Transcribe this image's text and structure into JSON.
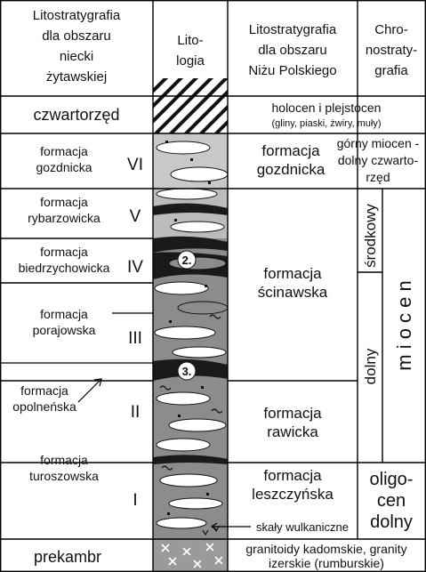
{
  "headers": {
    "col1": [
      "Litostratygrafia",
      "dla obszaru",
      "niecki",
      "żytawskiej"
    ],
    "col2": [
      "Lito-",
      "logia"
    ],
    "col3": [
      "Litostratygrafia",
      "dla obszaru",
      "Niżu Polskiego"
    ],
    "col4": [
      "Chro-",
      "nostraty-",
      "grafia"
    ]
  },
  "rows": {
    "czwartorzed": {
      "local": "czwartorzęd",
      "regional": "holocen i plejstocen",
      "regional_note": "(gliny, piaski, żwiry, muły)"
    },
    "gozdnicka": {
      "local": [
        "formacja",
        "gozdnicka"
      ],
      "numeral": "VI",
      "regional": [
        "formacja",
        "gozdnicka"
      ],
      "chrono": [
        "górny miocen -",
        "dolny czwarto-",
        "rzęd"
      ]
    },
    "rybarzowicka": {
      "local": [
        "formacja",
        "rybarzowicka"
      ],
      "numeral": "V"
    },
    "biedrzychowicka": {
      "local": [
        "formacja",
        "biedrzychowicka"
      ],
      "numeral": "IV"
    },
    "porajowska": {
      "local": [
        "formacja",
        "porajowska"
      ],
      "numeral": "III"
    },
    "opolnenska": {
      "local": [
        "formacja",
        "opolneńska"
      ],
      "numeral": "II"
    },
    "turoszowska": {
      "local": [
        "formacja",
        "turoszowska"
      ],
      "numeral": "I"
    },
    "prekambr": {
      "local": "prekambr",
      "regional": [
        "granitoidy kadomskie, granity",
        "izerskie (rumburskie)"
      ]
    },
    "scinawska": [
      "formacja",
      "ścinawska"
    ],
    "rawicka": [
      "formacja",
      "rawicka"
    ],
    "leszczynska": [
      "formacja",
      "leszczyńska"
    ],
    "skaly": "skały wulkaniczne"
  },
  "chrono": {
    "srodkowy": "środkowy",
    "dolny": "dolny",
    "miocen": "m i o c e n",
    "oligocen": [
      "oligo-",
      "cen",
      "dolny"
    ]
  },
  "markers": [
    "2.",
    "3."
  ],
  "colors": {
    "dark": "#1a1a1a",
    "mid": "#8c8c8c",
    "light": "#c8c8c8",
    "line": "#000000"
  }
}
